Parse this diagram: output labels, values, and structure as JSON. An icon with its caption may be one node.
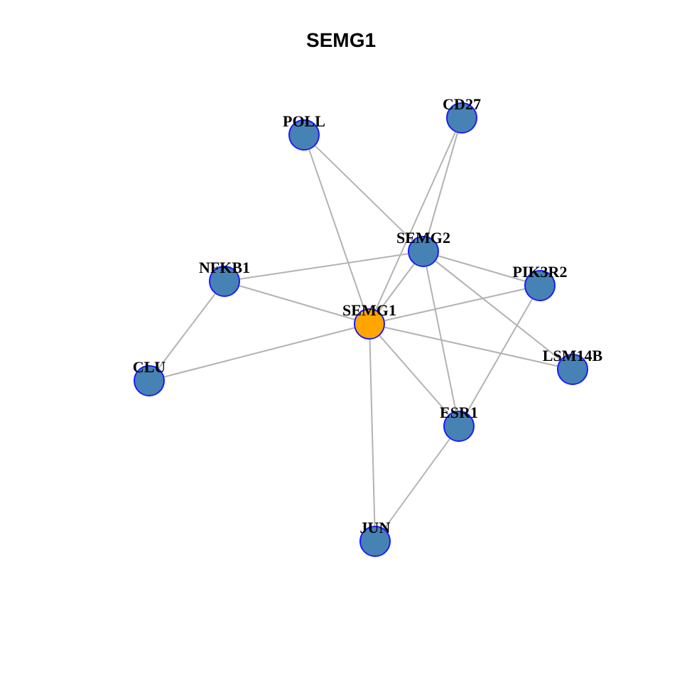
{
  "diagram": {
    "title": "SEMG1",
    "nodes": [
      {
        "text": [
          "POLL"
        ]
      },
      {
        "text": [
          "CD27"
        ]
      },
      {
        "text": [
          "SEMG2"
        ]
      },
      {
        "text": [
          "NFKB1"
        ]
      },
      {
        "text": [
          "PIK3R2"
        ]
      },
      {
        "text": [
          "SEMG1"
        ]
      },
      {
        "text": [
          "CLU"
        ]
      },
      {
        "text": [
          "LSM14B"
        ]
      },
      {
        "text": [
          "ESR1"
        ]
      },
      {
        "text": [
          "JUN"
        ]
      }
    ],
    "edges": [
      {
        "from": 0,
        "to": 2,
        "arrow": "none"
      },
      {
        "from": 0,
        "to": 5,
        "arrow": "none"
      },
      {
        "from": 1,
        "to": 2,
        "arrow": "none"
      },
      {
        "from": 1,
        "to": 5,
        "arrow": "none"
      },
      {
        "from": 2,
        "to": 3,
        "arrow": "none"
      },
      {
        "from": 2,
        "to": 4,
        "arrow": "none"
      },
      {
        "from": 2,
        "to": 5,
        "arrow": "none"
      },
      {
        "from": 2,
        "to": 7,
        "arrow": "none"
      },
      {
        "from": 2,
        "to": 8,
        "arrow": "none"
      },
      {
        "from": 3,
        "to": 5,
        "arrow": "none"
      },
      {
        "from": 3,
        "to": 6,
        "arrow": "none"
      },
      {
        "from": 5,
        "to": 6,
        "arrow": "none"
      },
      {
        "from": 5,
        "to": 4,
        "arrow": "none"
      },
      {
        "from": 5,
        "to": 7,
        "arrow": "none"
      },
      {
        "from": 5,
        "to": 8,
        "arrow": "none"
      },
      {
        "from": 5,
        "to": 9,
        "arrow": "none"
      },
      {
        "from": 4,
        "to": 8,
        "arrow": "none"
      },
      {
        "from": 8,
        "to": 9,
        "arrow": "none"
      }
    ]
  }
}
